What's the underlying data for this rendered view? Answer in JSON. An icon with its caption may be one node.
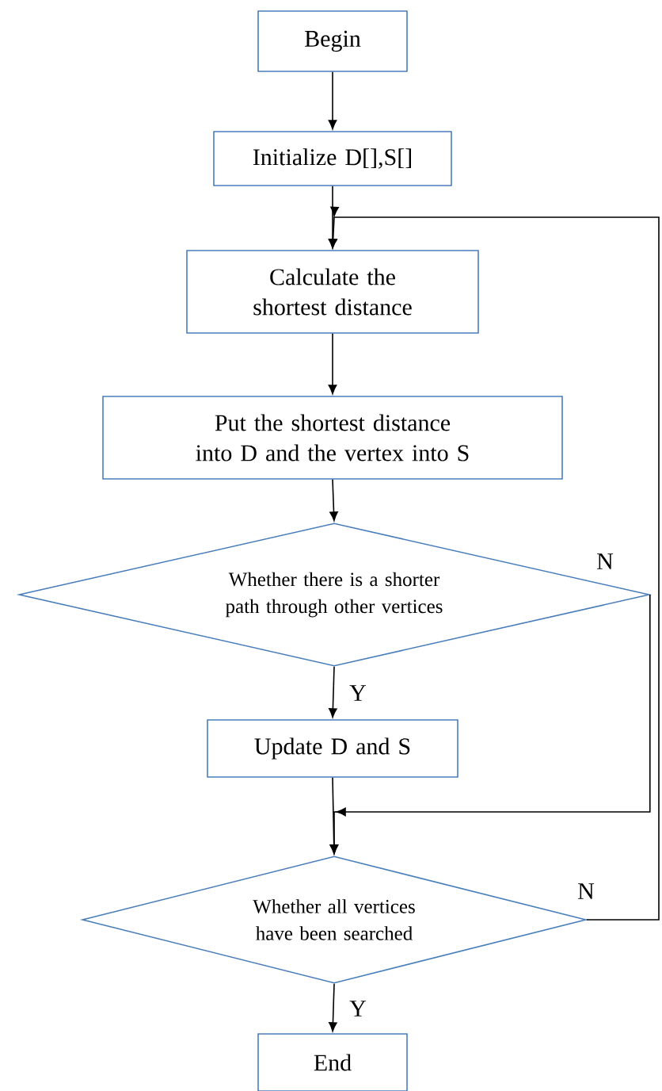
{
  "diagram": {
    "nodes": [
      {
        "text": [
          "Begin"
        ]
      },
      {
        "text": [
          "Initialize D[],S[]"
        ]
      },
      {
        "text": [
          "Calculate the shortest distance"
        ]
      },
      {
        "text": [
          "Put the shortest distance into D and the vertex into S"
        ]
      },
      {
        "text": [
          "Whether there is a shorter path through other vertices"
        ]
      },
      {
        "text": [
          "Update D and S"
        ]
      },
      {
        "text": [
          "Whether all vertices have been searched"
        ]
      },
      {
        "text": [
          "End"
        ]
      }
    ],
    "edges": [
      {
        "from": 0,
        "to": 1,
        "arrow": "to"
      },
      {
        "from": 1,
        "to": 2,
        "arrow": "to"
      },
      {
        "from": 2,
        "to": 3,
        "arrow": "to"
      },
      {
        "from": 3,
        "to": 4,
        "arrow": "to"
      },
      {
        "from": 4,
        "to": 5,
        "arrow": "to",
        "label": "Y"
      },
      {
        "from": 5,
        "to": 6,
        "arrow": "to"
      },
      {
        "from": 4,
        "to": 6,
        "arrow": "to",
        "label": "N"
      },
      {
        "from": 6,
        "to": 7,
        "arrow": "to",
        "label": "Y"
      },
      {
        "from": 6,
        "to": 2,
        "arrow": "to",
        "label": "N"
      }
    ]
  }
}
